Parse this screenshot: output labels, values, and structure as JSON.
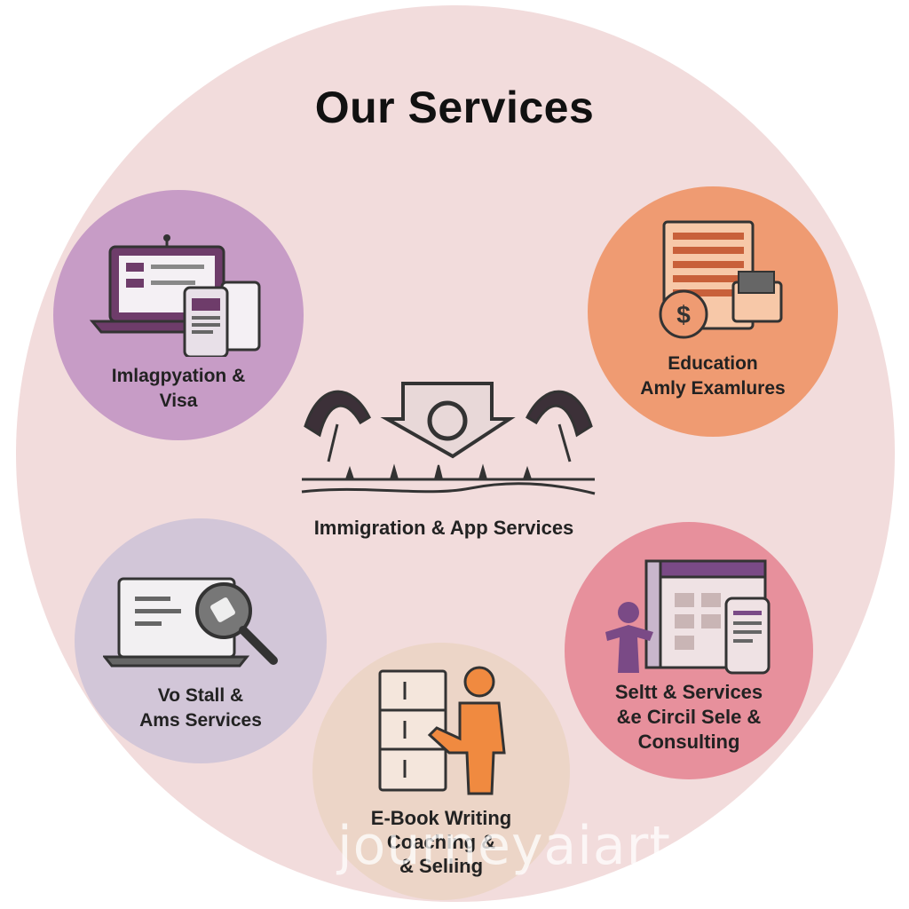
{
  "title": "Our Services",
  "center": {
    "label": "Immigration & App Services"
  },
  "services": [
    {
      "lines": [
        "Imlagpyation &",
        "Visa"
      ],
      "color": "#c79cc6"
    },
    {
      "lines": [
        "Education",
        "Amly Examlures"
      ],
      "color": "#ef9b72"
    },
    {
      "lines": [
        "Vo Stall &",
        "Ams Services"
      ],
      "color": "#d2c6d8"
    },
    {
      "lines": [
        "Seltt & Services",
        "&e Circil Sele &",
        "Consulting"
      ],
      "color": "#e7909c"
    },
    {
      "lines": [
        "E-Book Writing",
        "Coaching &",
        "& Selling"
      ],
      "color": "#ecd5c7"
    }
  ],
  "watermark": "journeyaiart",
  "icons": [
    "laptop-phone-icon",
    "document-money-icon",
    "laptop-magnifier-icon",
    "browser-person-phone-icon",
    "cabinet-person-icon",
    "arrows-network-icon"
  ]
}
